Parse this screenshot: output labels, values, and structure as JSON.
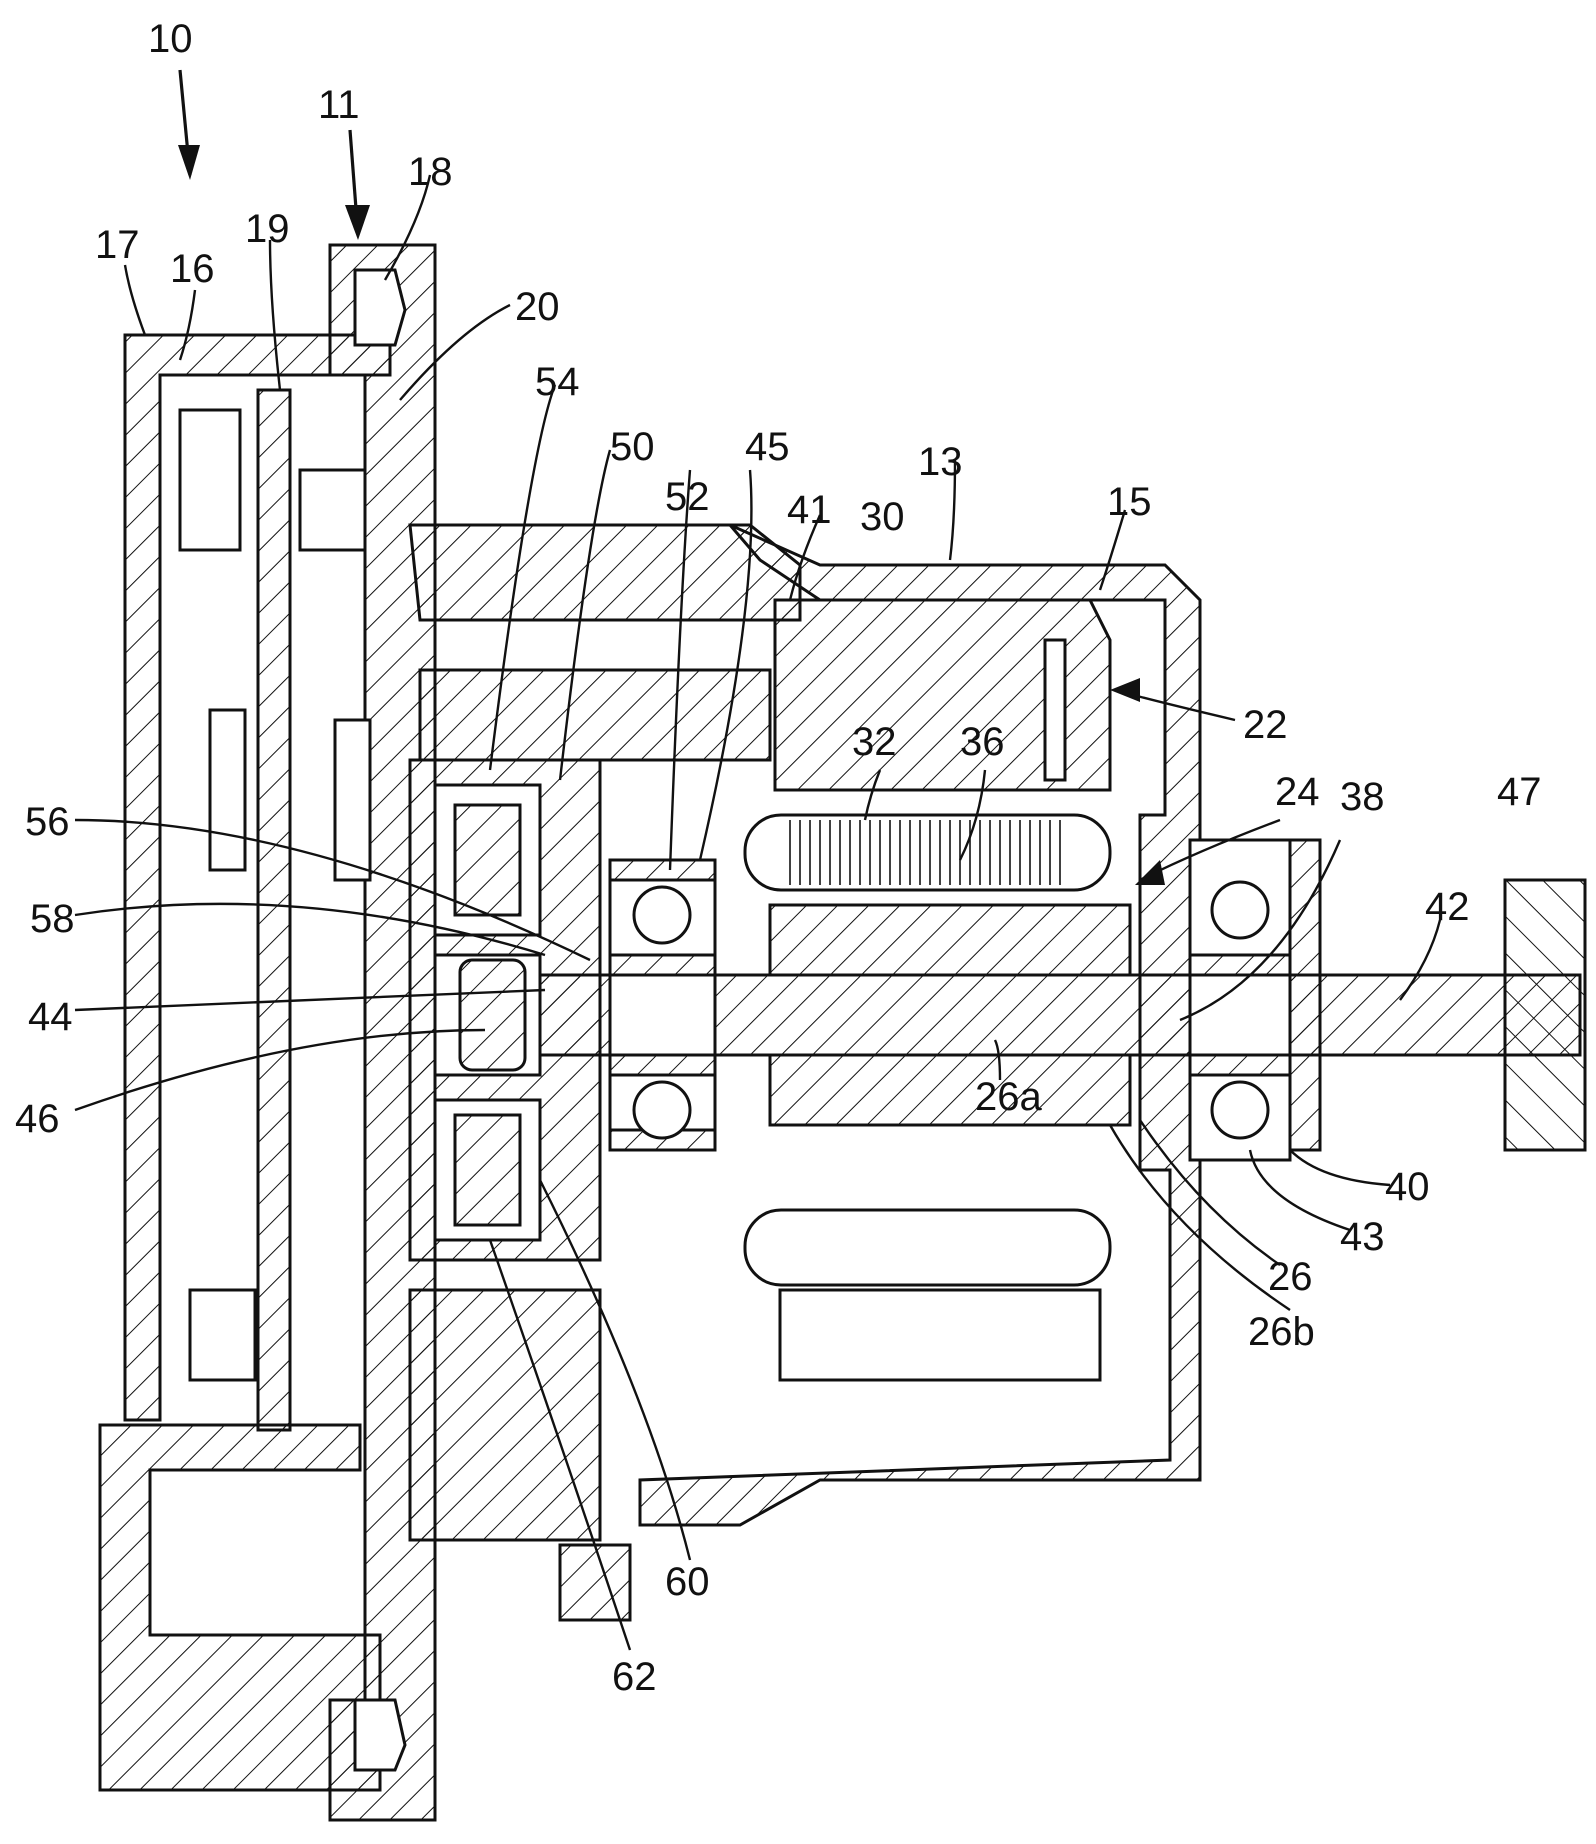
{
  "figure": {
    "labels": [
      {
        "id": "10",
        "text": "10"
      },
      {
        "id": "11",
        "text": "11"
      },
      {
        "id": "17",
        "text": "17"
      },
      {
        "id": "16",
        "text": "16"
      },
      {
        "id": "19",
        "text": "19"
      },
      {
        "id": "18",
        "text": "18"
      },
      {
        "id": "20",
        "text": "20"
      },
      {
        "id": "54",
        "text": "54"
      },
      {
        "id": "50",
        "text": "50"
      },
      {
        "id": "45",
        "text": "45"
      },
      {
        "id": "52",
        "text": "52"
      },
      {
        "id": "41",
        "text": "41"
      },
      {
        "id": "30",
        "text": "30"
      },
      {
        "id": "13",
        "text": "13"
      },
      {
        "id": "15",
        "text": "15"
      },
      {
        "id": "22",
        "text": "22"
      },
      {
        "id": "32",
        "text": "32"
      },
      {
        "id": "36",
        "text": "36"
      },
      {
        "id": "24",
        "text": "24"
      },
      {
        "id": "38",
        "text": "38"
      },
      {
        "id": "47",
        "text": "47"
      },
      {
        "id": "42",
        "text": "42"
      },
      {
        "id": "56",
        "text": "56"
      },
      {
        "id": "58",
        "text": "58"
      },
      {
        "id": "44",
        "text": "44"
      },
      {
        "id": "46",
        "text": "46"
      },
      {
        "id": "26a",
        "text": "26a"
      },
      {
        "id": "40",
        "text": "40"
      },
      {
        "id": "43",
        "text": "43"
      },
      {
        "id": "26",
        "text": "26"
      },
      {
        "id": "26b",
        "text": "26b"
      },
      {
        "id": "60",
        "text": "60"
      },
      {
        "id": "62",
        "text": "62"
      }
    ]
  }
}
